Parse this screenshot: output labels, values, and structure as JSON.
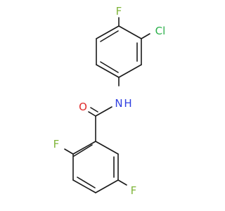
{
  "atoms": {
    "f_top": {
      "label": "F",
      "color": "#7fb53a"
    },
    "cl": {
      "label": "Cl",
      "color": "#2bb04a"
    },
    "nh": {
      "label": "N",
      "h_label": "H",
      "color": "#2f3fe0"
    },
    "o": {
      "label": "O",
      "color": "#e02b2b"
    },
    "f_left": {
      "label": "F",
      "color": "#7fb53a"
    },
    "f_bottom": {
      "label": "F",
      "color": "#7fb53a"
    }
  },
  "colors": {
    "bond": "#1a1a1a"
  }
}
